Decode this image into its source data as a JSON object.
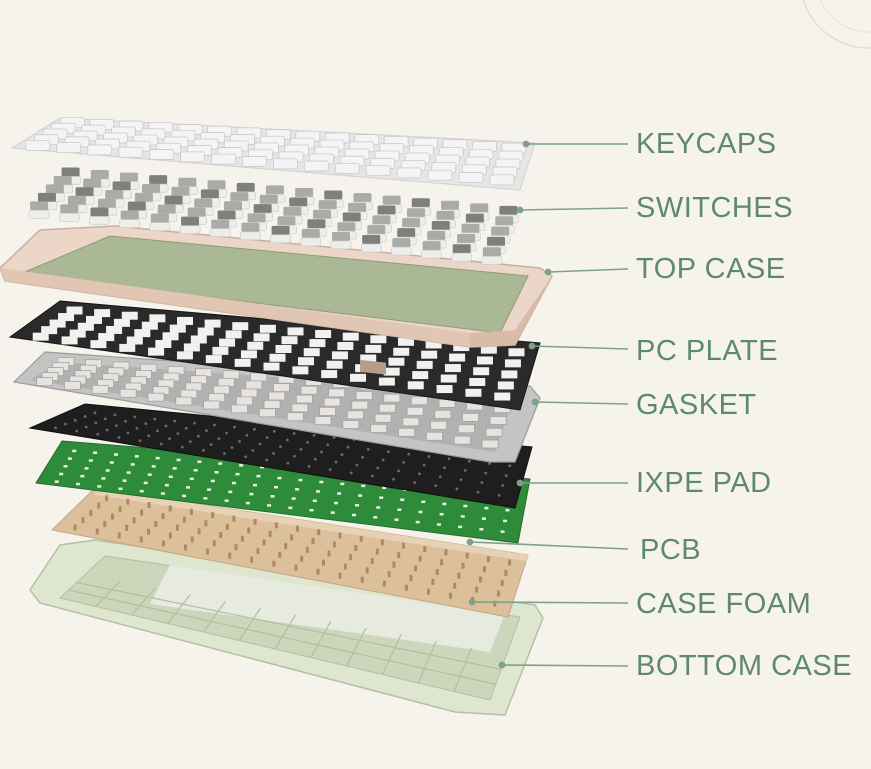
{
  "diagram": {
    "layers": [
      {
        "id": "keycaps",
        "label": "KEYCAPS"
      },
      {
        "id": "switches",
        "label": "SWITCHES"
      },
      {
        "id": "top-case",
        "label": "TOP CASE"
      },
      {
        "id": "pc-plate",
        "label": "PC PLATE"
      },
      {
        "id": "gasket",
        "label": "GASKET"
      },
      {
        "id": "ixpe-pad",
        "label": "IXPE PAD"
      },
      {
        "id": "pcb",
        "label": "PCB"
      },
      {
        "id": "case-foam",
        "label": "CASE FOAM"
      },
      {
        "id": "bottom-case",
        "label": "BOTTOM CASE"
      }
    ]
  },
  "colors": {
    "background": "#f6f2ec",
    "label": "#5e8a6b",
    "leader_line": "#7fa08a",
    "keycaps": "#eeeeee",
    "switch_housing": "#9a9c98",
    "top_case_frame": "#ecd6c8",
    "top_case_inner": "#aab896",
    "pc_plate": "#2a2a2a",
    "gasket": "#c4c4c4",
    "ixpe_pad": "#1e1e1e",
    "pcb": "#2e8b3a",
    "case_foam": "#dcc09c",
    "bottom_case": "#dfe6cf"
  }
}
